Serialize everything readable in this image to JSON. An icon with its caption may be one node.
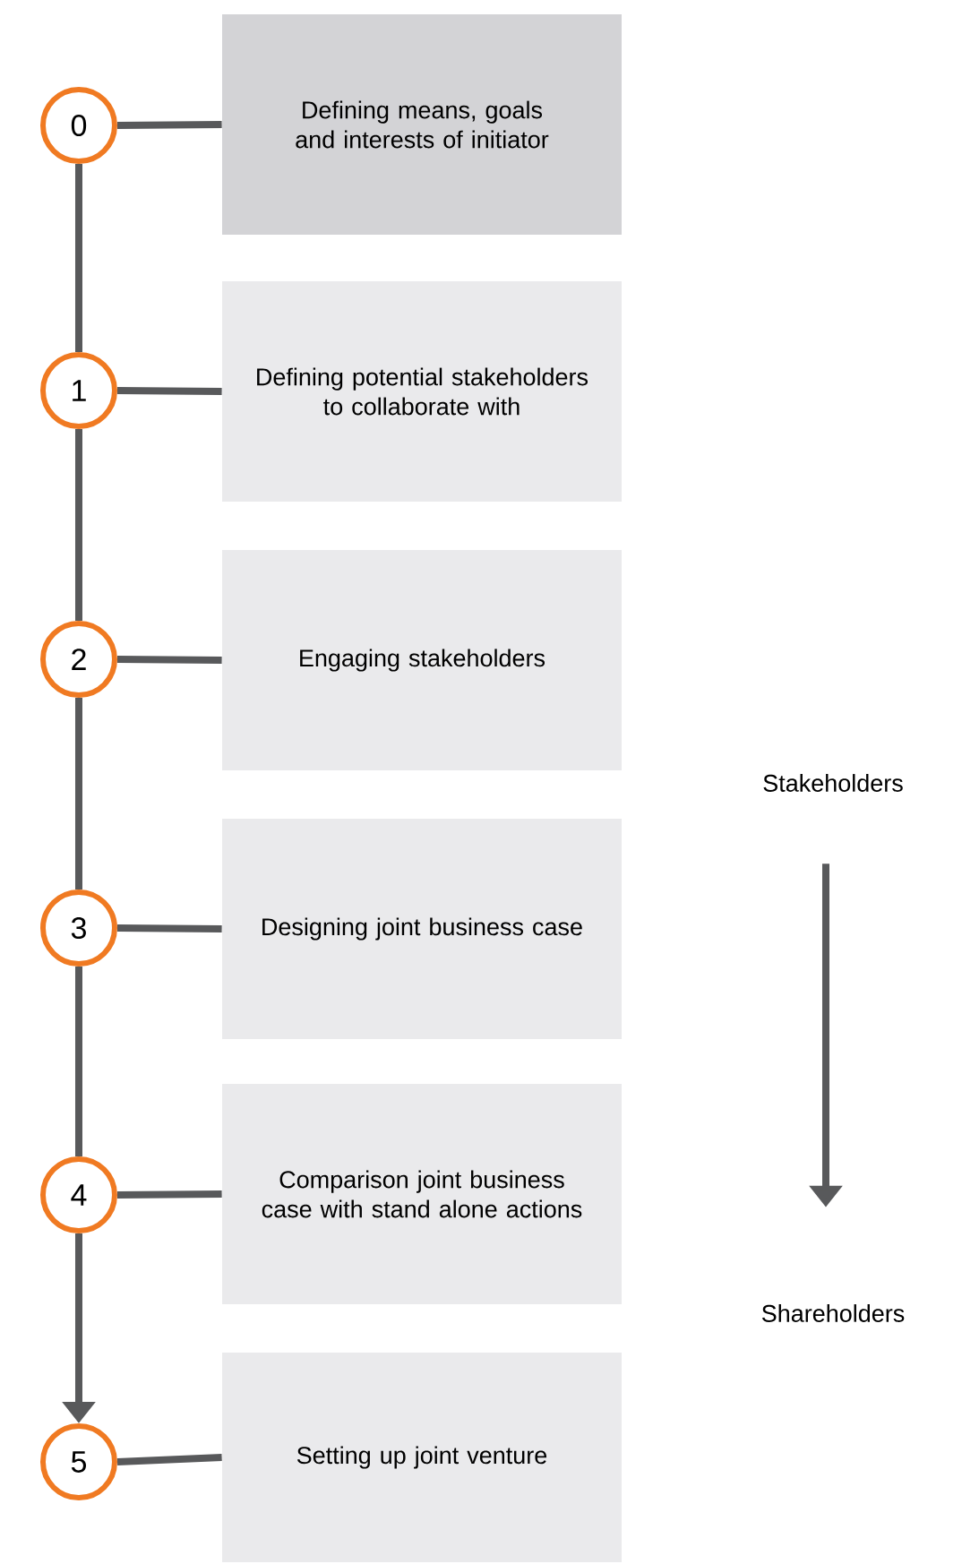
{
  "diagram": {
    "nodes": [
      {
        "text": [
          "0"
        ]
      },
      {
        "text": [
          "Defining means, goals and interests of initiator"
        ]
      },
      {
        "text": [
          "1"
        ]
      },
      {
        "text": [
          "Defining potential stakeholders to collaborate with"
        ]
      },
      {
        "text": [
          "2"
        ]
      },
      {
        "text": [
          "Engaging stakeholders"
        ]
      },
      {
        "text": [
          "3"
        ]
      },
      {
        "text": [
          "Designing joint business case"
        ]
      },
      {
        "text": [
          "4"
        ]
      },
      {
        "text": [
          "Comparison joint business case with stand alone actions"
        ]
      },
      {
        "text": [
          "5"
        ]
      },
      {
        "text": [
          "Setting up joint venture"
        ]
      },
      {
        "text": [
          "Stakeholders"
        ]
      },
      {
        "text": [
          "Shareholders"
        ]
      }
    ],
    "edges": [
      {
        "from": 0,
        "to": 1,
        "arrow": "none"
      },
      {
        "from": 2,
        "to": 3,
        "arrow": "none"
      },
      {
        "from": 4,
        "to": 5,
        "arrow": "none"
      },
      {
        "from": 6,
        "to": 7,
        "arrow": "none"
      },
      {
        "from": 8,
        "to": 9,
        "arrow": "none"
      },
      {
        "from": 10,
        "to": 11,
        "arrow": "none"
      },
      {
        "from": 0,
        "to": 2,
        "arrow": "none"
      },
      {
        "from": 2,
        "to": 4,
        "arrow": "none"
      },
      {
        "from": 4,
        "to": 6,
        "arrow": "none"
      },
      {
        "from": 6,
        "to": 8,
        "arrow": "none"
      },
      {
        "from": 8,
        "to": 10,
        "arrow": "to"
      },
      {
        "from": 12,
        "to": 13,
        "arrow": "to"
      }
    ]
  }
}
